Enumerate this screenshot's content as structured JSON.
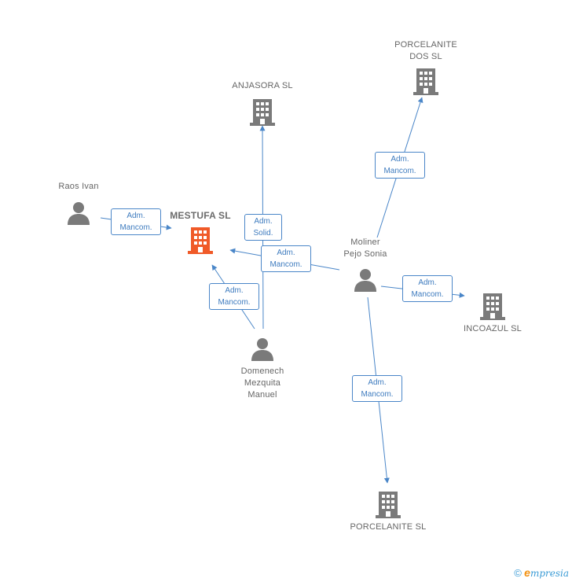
{
  "nodes": {
    "mestufa": {
      "label": "MESTUFA SL",
      "type": "company",
      "main": true
    },
    "anjasora": {
      "label": "ANJASORA SL",
      "type": "company"
    },
    "porcelanite_dos": {
      "label": "PORCELANITE\nDOS SL",
      "type": "company"
    },
    "incoazul": {
      "label": "INCOAZUL SL",
      "type": "company"
    },
    "porcelanite": {
      "label": "PORCELANITE SL",
      "type": "company"
    },
    "raos": {
      "label": "Raos Ivan",
      "type": "person"
    },
    "moliner": {
      "label": "Moliner\nPejo Sonia",
      "type": "person"
    },
    "domenech": {
      "label": "Domenech\nMezquita\nManuel",
      "type": "person"
    }
  },
  "edges": {
    "raos_mestufa": {
      "label": "Adm.\nMancom."
    },
    "domenech_anjasora": {
      "label": "Adm.\nSolid."
    },
    "moliner_mestufa": {
      "label": "Adm.\nMancom."
    },
    "domenech_mestufa": {
      "label": "Adm.\nMancom."
    },
    "moliner_porcelanite_dos": {
      "label": "Adm.\nMancom."
    },
    "moliner_incoazul": {
      "label": "Adm.\nMancom."
    },
    "moliner_porcelanite": {
      "label": "Adm.\nMancom."
    }
  },
  "colors": {
    "main_company": "#f05a28",
    "company": "#7a7a7a",
    "person": "#7a7a7a",
    "edge": "#4a86c8"
  },
  "footer": {
    "copyright": "©",
    "brand_initial": "e",
    "brand_rest": "mpresia"
  }
}
